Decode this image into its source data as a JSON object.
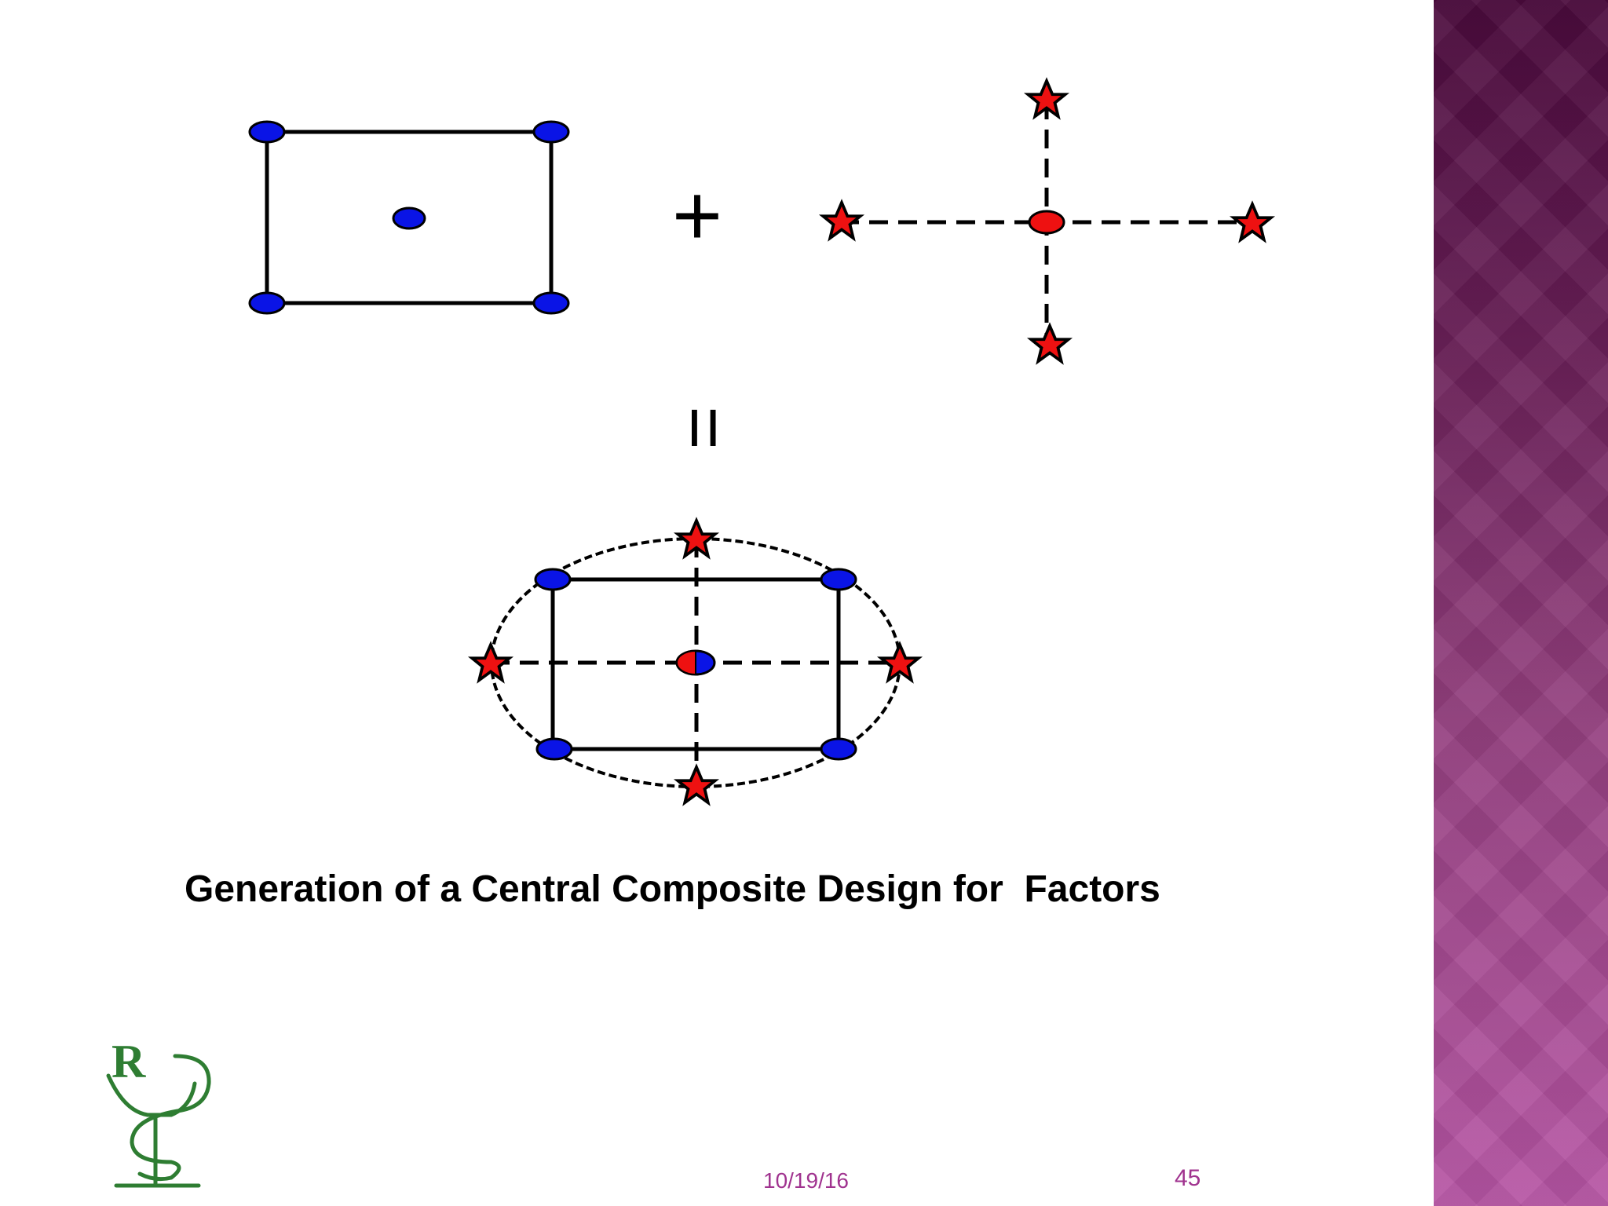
{
  "slide": {
    "caption": "Generation of a Central Composite Design for  Factors",
    "date": "10/19/16",
    "page_number": "45"
  },
  "symbols": {
    "plus": "+",
    "equals": "="
  },
  "colors": {
    "factorial_point": "#0a14e6",
    "axial_point": "#ee1111",
    "line": "#000000",
    "footer_text": "#a0338f",
    "logo": "#2e7d32"
  },
  "icons": {
    "logo": "pharmacy-rx-snake-icon"
  }
}
